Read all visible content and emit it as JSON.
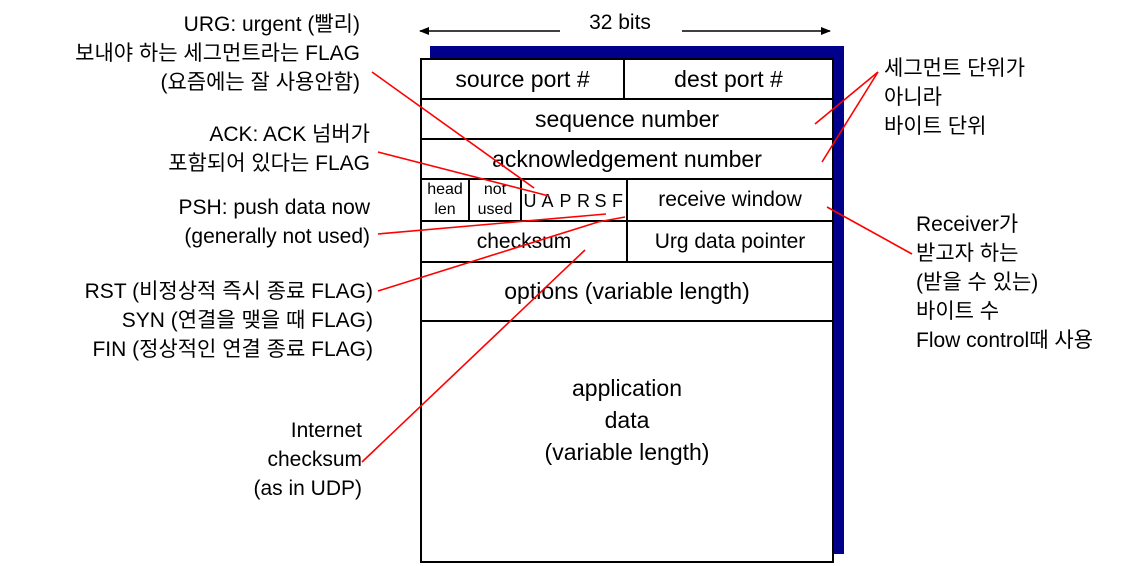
{
  "bits_label": "32 bits",
  "segment": {
    "source_port": "source port #",
    "dest_port": "dest port #",
    "sequence_number": "sequence number",
    "ack_number": "acknowledgement number",
    "head_len": [
      "head",
      "len"
    ],
    "not_used": [
      "not",
      "used"
    ],
    "flags": [
      "U",
      "A",
      "P",
      "R",
      "S",
      "F"
    ],
    "receive_window": "receive window",
    "checksum": "checksum",
    "urg_pointer": "Urg data pointer",
    "options": "options (variable length)",
    "app_data": [
      "application",
      "data",
      "(variable length)"
    ]
  },
  "annotations": {
    "urg": [
      "URG: urgent (빨리)",
      "보내야 하는 세그먼트라는 FLAG",
      "(요즘에는 잘 사용안함)"
    ],
    "ack": [
      "ACK: ACK 넘버가",
      "포함되어 있다는 FLAG"
    ],
    "psh": [
      "PSH: push data now",
      "(generally not used)"
    ],
    "rst_syn_fin": [
      "RST (비정상적 즉시 종료 FLAG)",
      "SYN (연결을 맺을 때 FLAG)",
      "FIN (정상적인 연결 종료 FLAG)"
    ],
    "checksum": [
      "Internet",
      "checksum",
      "(as in UDP)"
    ],
    "byte_unit": [
      "세그먼트 단위가",
      "아니라",
      "바이트 단위"
    ],
    "receiver": [
      "Receiver가",
      "받고자 하는",
      "(받을 수 있는)",
      "바이트 수",
      "Flow control때 사용"
    ]
  },
  "colors": {
    "shadow": "#00008b",
    "pointer_lines": "#ff0000"
  }
}
